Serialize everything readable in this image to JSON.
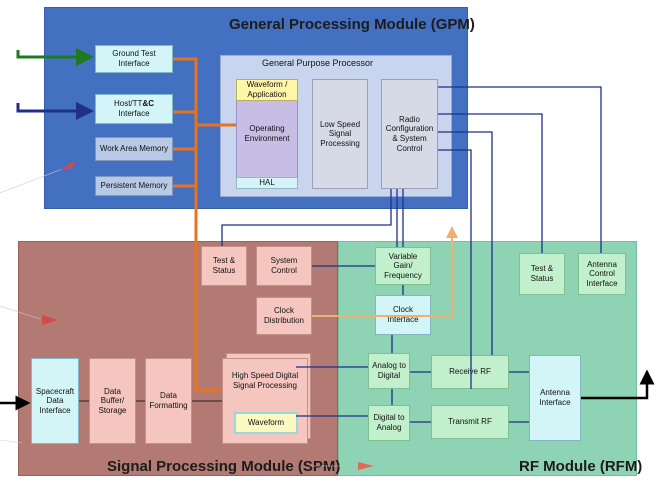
{
  "modules": {
    "gpm": "General Processing Module (GPM)",
    "spm": "Signal Processing Module (SPM)",
    "rfm": "RF Module (RFM)"
  },
  "gpm": {
    "ground_test": "Ground Test Interface",
    "host_prefix": "Host/TT",
    "host_bold": "&C",
    "host_suffix": "Interface",
    "work_area": "Work Area Memory",
    "persistent": "Persistent Memory",
    "gpp_title": "General Purpose Processor",
    "waveform_app": "Waveform / Application",
    "operating_env": "Operating Environment",
    "hal": "HAL",
    "low_speed": "Low Speed Signal Processing",
    "radio_config": "Radio Configuration & System Control"
  },
  "spm": {
    "test_status": "Test & Status",
    "system_control": "System Control",
    "clock_distribution": "Clock Distribution",
    "spacecraft_data": "Spacecraft Data Interface",
    "data_buffer": "Data Buffer/ Storage",
    "data_formatting": "Data Formatting",
    "high_speed": "High Speed Digital Signal Processing",
    "waveform": "Waveform"
  },
  "rfm": {
    "variable_gain": "Variable Gain/ Frequency",
    "clock_interface": "Clock Interface",
    "analog_to_digital": "Analog to Digital",
    "digital_to_analog": "Digital to Analog",
    "receive_rf": "Receive RF",
    "transmit_rf": "Transmit RF",
    "antenna_interface": "Antenna Interface",
    "test_status": "Test & Status",
    "antenna_control": "Antenna Control Interface"
  },
  "colors": {
    "gpm_bg": "#4470c2",
    "spm_bg": "#b27a72",
    "rfm_bg": "#8fd3b5",
    "bus_orange": "#e8731f",
    "ctrl_navy": "#1f2f8a",
    "ground_green": "#1e7a1e",
    "clock_tan": "#f0b070"
  }
}
